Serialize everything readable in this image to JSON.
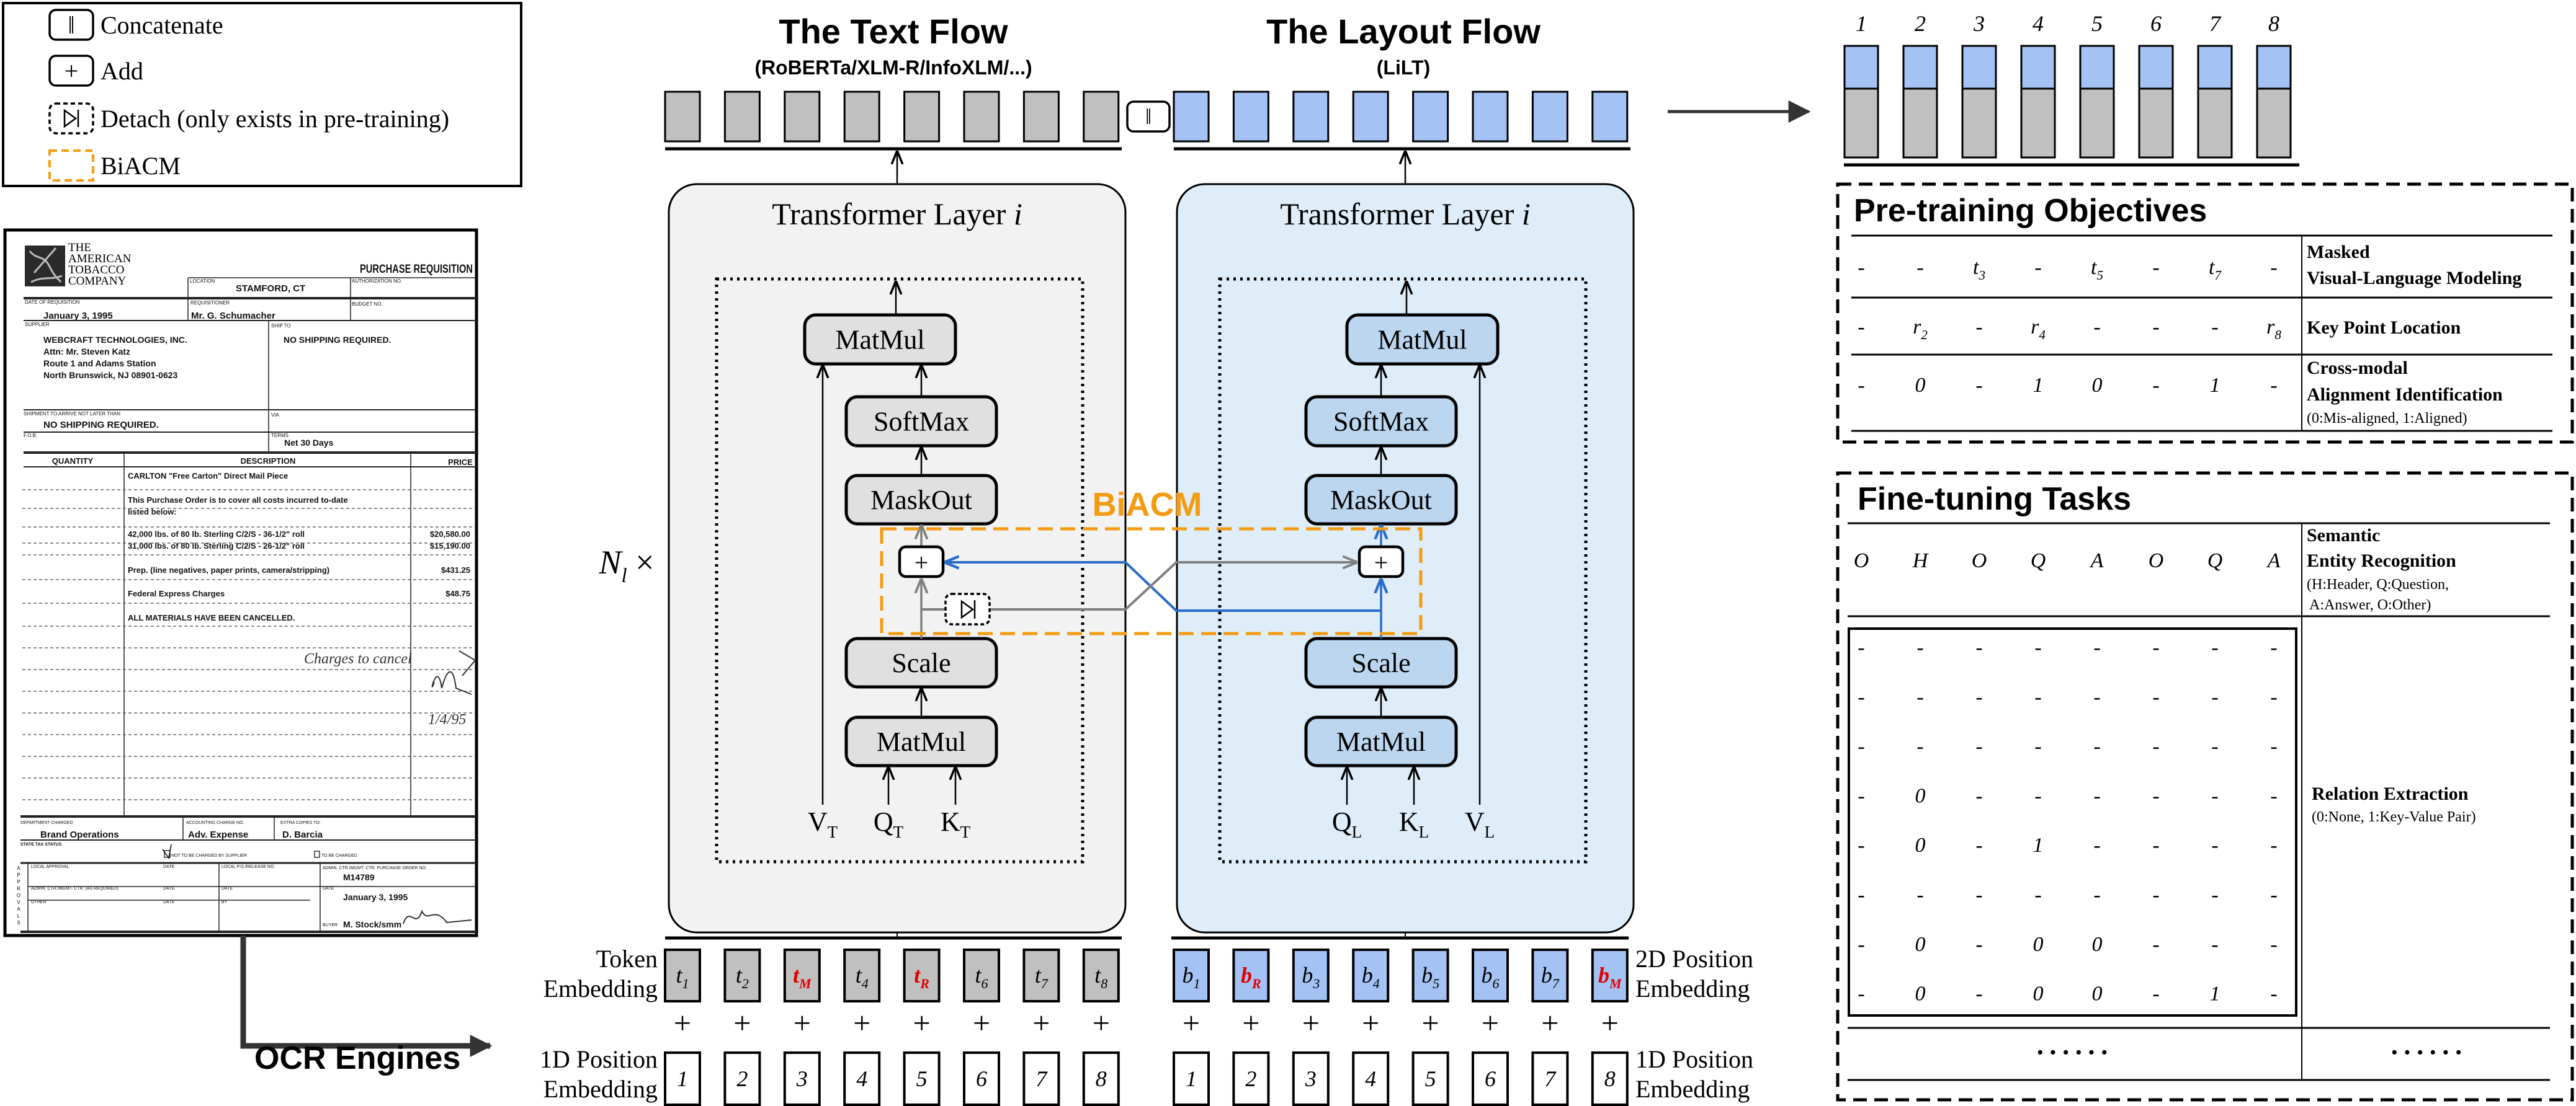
{
  "legend": {
    "items": [
      {
        "icon": "concatenate-icon",
        "symbol": "‖",
        "label": "Concatenate"
      },
      {
        "icon": "add-icon",
        "symbol": "+",
        "label": "Add"
      },
      {
        "icon": "detach-icon",
        "symbol": "▷|",
        "label": "Detach (only exists in pre-training)"
      },
      {
        "icon": "biacm-box-icon",
        "symbol": "",
        "label": "BiACM"
      }
    ]
  },
  "document": {
    "company": [
      "THE",
      "AMERICAN",
      "TOBACCO",
      "COMPANY"
    ],
    "fields": [
      "PURCHASE REQUISITION",
      "LOCATION",
      "STAMFORD, CT",
      "AUTHORIZATION NO.",
      "DATE OF REQUISITION",
      "January 3, 1995",
      "REQUISITIONER",
      "Mr. G. Schumacher",
      "BUDGET NO.",
      "SUPPLIER",
      "SHIP TO",
      "WEBCRAFT TECHNOLOGIES, INC.",
      "NO SHIPPING REQUIRED.",
      "Attn: Mr. Steven Katz",
      "Route 1 and Adams Station",
      "North Brunswick, NJ 08901-0623",
      "SHIPMENT TO ARRIVE NOT LATER THAN",
      "VIA",
      "NO SHIPPING REQUIRED.",
      "F.O.B.",
      "TERMS",
      "Net 30 Days",
      "QUANTITY",
      "DESCRIPTION",
      "PRICE",
      "CARLTON \"Free Carton\" Direct Mail Piece",
      "This Purchase Order is to cover all costs incurred to-date",
      "listed below:",
      "42,000 lbs. of 80 lb. Sterling C/2/S - 36-1/2\" roll",
      "$20,580.00",
      "31,000 lbs. of 80 lb. Sterling C/2/S - 26-1/2\" roll",
      "$15,190.00",
      "Prep. (line negatives, paper prints, camera/stripping)",
      "$431.25",
      "Federal Express Charges",
      "$48.75",
      "ALL MATERIALS HAVE BEEN CANCELLED.",
      "Charges to cancel",
      "1/4/95",
      "DEPARTMENT CHARGED",
      "Brand Operations",
      "ACCOUNTING CHARGE NO.",
      "Adv. Expense",
      "EXTRA COPIES TO:",
      "D. Barcia",
      "STATE TAX STATUS",
      "NOT TO BE CHARGED BY SUPPLIER",
      "TO BE CHARGED",
      "LOCAL APPROVAL",
      "DATE",
      "LOCAL P.O./RELEASE NO.",
      "ADMIN. CTR./MGMT. CTR. PURCHASE ORDER NO.",
      "M14789",
      "ADMIN. CTR./MGMT. CTR. (AS REQUIRED)",
      "DATE",
      "DATE",
      "DATE",
      "January 3, 1995",
      "OTHER",
      "DATE",
      "BY",
      "BUYER",
      "M. Stock/smm"
    ],
    "approvals": "APPROVALS"
  },
  "ocr_label": "OCR Engines",
  "text_flow": {
    "title": "The Text Flow",
    "subtitle": "(RoBERTa/XLM-R/InfoXLM/...)"
  },
  "layout_flow": {
    "title": "The Layout Flow",
    "subtitle": "(LiLT)"
  },
  "concat_symbol": "‖",
  "transformer": {
    "title": "Transformer Layer ",
    "index_var": "i"
  },
  "ops": {
    "matmul_top": "MatMul",
    "softmax": "SoftMax",
    "maskout": "MaskOut",
    "scale": "Scale",
    "matmul_bottom": "MatMul",
    "add": "+"
  },
  "num_layers": {
    "b": "N",
    "s": "l",
    "suffix": " ×"
  },
  "biacm_label": "BiACM",
  "text_inputs": [
    {
      "b": "V",
      "s": "T"
    },
    {
      "b": "Q",
      "s": "T"
    },
    {
      "b": "K",
      "s": "T"
    }
  ],
  "layout_inputs": [
    {
      "b": "Q",
      "s": "L"
    },
    {
      "b": "K",
      "s": "L"
    },
    {
      "b": "V",
      "s": "L"
    }
  ],
  "embeddings": {
    "token_label": [
      "Token",
      "Embedding"
    ],
    "layout_label": [
      "2D Position",
      "Embedding"
    ],
    "position_label": [
      "1D Position",
      "Embedding"
    ],
    "plus": "+",
    "text_tokens": [
      {
        "b": "t",
        "s": "1",
        "masked": false
      },
      {
        "b": "t",
        "s": "2",
        "masked": false
      },
      {
        "b": "t",
        "s": "M",
        "masked": true
      },
      {
        "b": "t",
        "s": "4",
        "masked": false
      },
      {
        "b": "t",
        "s": "R",
        "masked": true
      },
      {
        "b": "t",
        "s": "6",
        "masked": false
      },
      {
        "b": "t",
        "s": "7",
        "masked": false
      },
      {
        "b": "t",
        "s": "8",
        "masked": false
      }
    ],
    "layout_tokens": [
      {
        "b": "b",
        "s": "1",
        "masked": false
      },
      {
        "b": "b",
        "s": "R",
        "masked": true
      },
      {
        "b": "b",
        "s": "3",
        "masked": false
      },
      {
        "b": "b",
        "s": "4",
        "masked": false
      },
      {
        "b": "b",
        "s": "5",
        "masked": false
      },
      {
        "b": "b",
        "s": "6",
        "masked": false
      },
      {
        "b": "b",
        "s": "7",
        "masked": false
      },
      {
        "b": "b",
        "s": "M",
        "masked": true
      }
    ],
    "positions": [
      "1",
      "2",
      "3",
      "4",
      "5",
      "6",
      "7",
      "8"
    ]
  },
  "outputs": {
    "indices": [
      "1",
      "2",
      "3",
      "4",
      "5",
      "6",
      "7",
      "8"
    ]
  },
  "pretraining": {
    "title": "Pre-training Objectives",
    "rows": [
      {
        "cells": [
          "-",
          "-",
          {
            "b": "t",
            "s": "3"
          },
          "-",
          {
            "b": "t",
            "s": "5"
          },
          "-",
          {
            "b": "t",
            "s": "7"
          },
          "-"
        ],
        "label": [
          "Masked",
          "Visual-Language Modeling"
        ],
        "note": ""
      },
      {
        "cells": [
          "-",
          {
            "b": "r",
            "s": "2"
          },
          "-",
          {
            "b": "r",
            "s": "4"
          },
          "-",
          "-",
          "-",
          {
            "b": "r",
            "s": "8"
          }
        ],
        "label": [
          "Key Point Location"
        ],
        "note": ""
      },
      {
        "cells": [
          "-",
          "0",
          "-",
          "1",
          "0",
          "-",
          "1",
          "-"
        ],
        "label": [
          "Cross-modal",
          "Alignment Identification"
        ],
        "note": "(0:Mis-aligned, 1:Aligned)"
      }
    ]
  },
  "finetuning": {
    "title": "Fine-tuning Tasks",
    "ser": {
      "cells": [
        "O",
        "H",
        "O",
        "Q",
        "A",
        "O",
        "Q",
        "A"
      ],
      "label": [
        "Semantic",
        "Entity Recognition"
      ],
      "note": [
        "(H:Header, Q:Question,",
        "A:Answer, O:Other)"
      ]
    },
    "re": {
      "matrix": [
        [
          "-",
          "-",
          "-",
          "-",
          "-",
          "-",
          "-",
          "-"
        ],
        [
          "-",
          "-",
          "-",
          "-",
          "-",
          "-",
          "-",
          "-"
        ],
        [
          "-",
          "-",
          "-",
          "-",
          "-",
          "-",
          "-",
          "-"
        ],
        [
          "-",
          "0",
          "-",
          "-",
          "-",
          "-",
          "-",
          "-"
        ],
        [
          "-",
          "0",
          "-",
          "1",
          "-",
          "-",
          "-",
          "-"
        ],
        [
          "-",
          "-",
          "-",
          "-",
          "-",
          "-",
          "-",
          "-"
        ],
        [
          "-",
          "0",
          "-",
          "0",
          "0",
          "-",
          "-",
          "-"
        ],
        [
          "-",
          "0",
          "-",
          "0",
          "0",
          "-",
          "1",
          "-"
        ]
      ],
      "label": "Relation Extraction",
      "note": "(0:None, 1:Key-Value Pair)"
    },
    "ellipsis_left": "······",
    "ellipsis_right": "······"
  },
  "colors": {
    "text_flow_bg": "#f2f2f2",
    "layout_flow_bg": "#deedf8",
    "text_block": "#e0e0e0",
    "layout_block": "#bcd6f0",
    "text_token": "#c0c0c0",
    "layout_token": "#a4c2f4",
    "biacm": "#f39c12",
    "blue_line": "#2a6cc9",
    "gray_line": "#808080",
    "masked": "#e00000"
  }
}
